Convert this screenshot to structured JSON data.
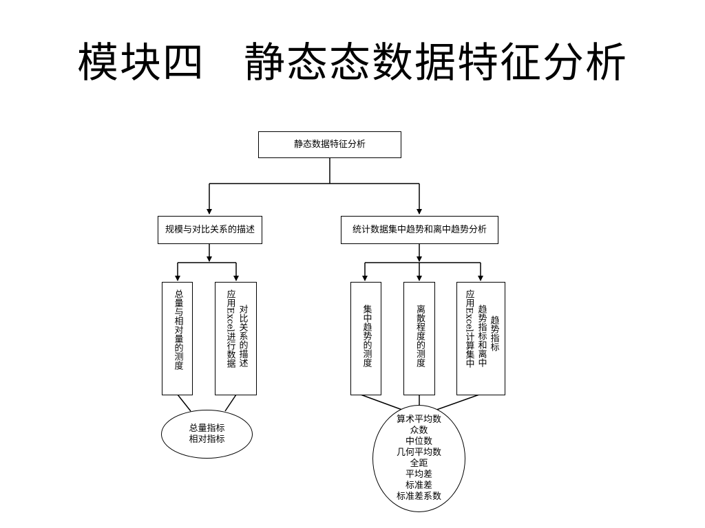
{
  "title": {
    "part1": "模块四",
    "part2": "静态态数据特征分析"
  },
  "diagram": {
    "root": "静态数据特征分析",
    "left": {
      "label": "规模与对比关系的描述",
      "child1": {
        "columns": [
          "总量与相对量的测度"
        ]
      },
      "child2": {
        "columns": [
          "对比关系的描述",
          "应用Excel进行数据"
        ]
      },
      "oval": [
        "总量指标",
        "相对指标"
      ]
    },
    "right": {
      "label": "统计数据集中趋势和离中趋势分析",
      "child1": {
        "columns": [
          "集中趋势的测度"
        ]
      },
      "child2": {
        "columns": [
          "离散程度的测度"
        ]
      },
      "child3": {
        "columns": [
          "趋势指标",
          "趋势指标和离中",
          "应用Excel计算集中"
        ]
      },
      "oval": [
        "算术平均数",
        "众数",
        "中位数",
        "几何平均数",
        "全距",
        "平均差",
        "标准差",
        "标准差系数"
      ]
    }
  }
}
